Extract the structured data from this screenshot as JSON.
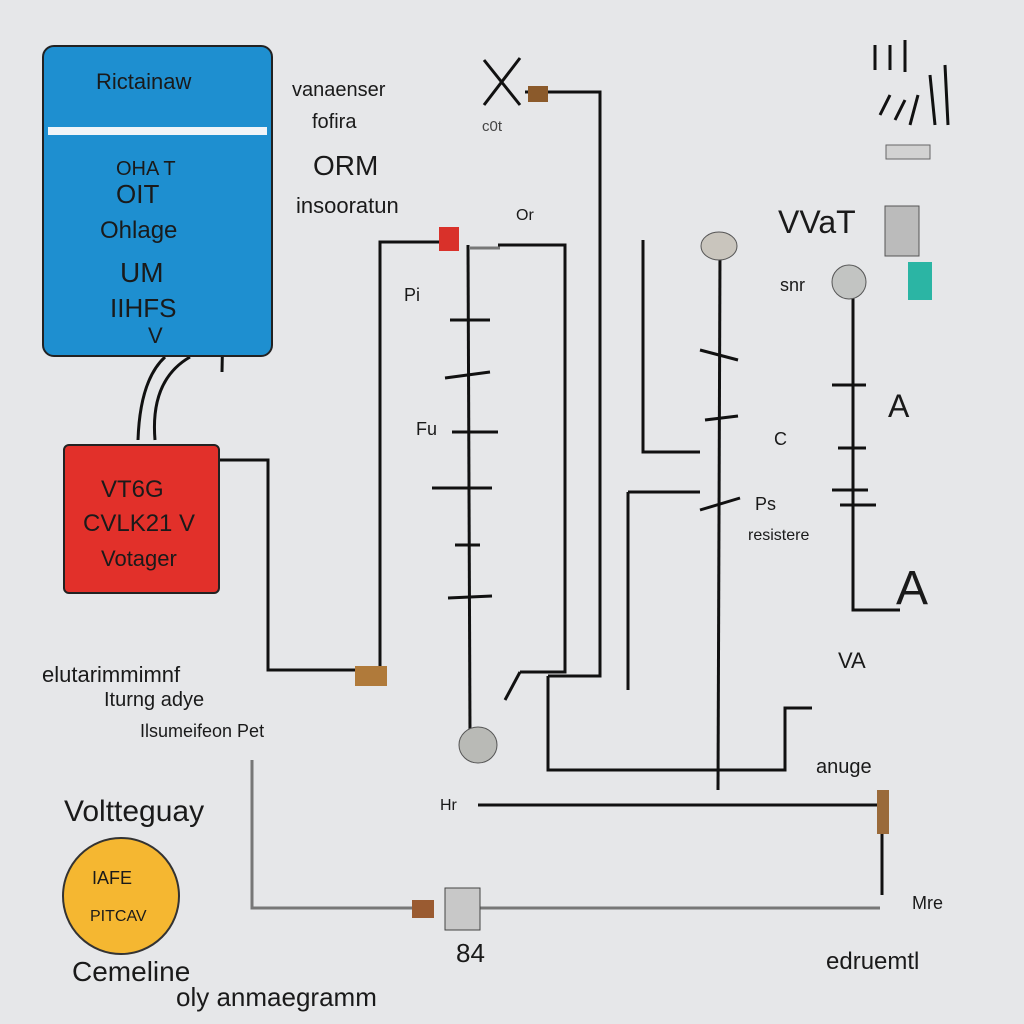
{
  "panels": {
    "blue": {
      "title": "Rictainaw",
      "lines": [
        "OHA T",
        "OIT",
        "Ohlage",
        "UM",
        "IIHFS",
        "V"
      ],
      "color": "#1e8fd0"
    },
    "red": {
      "lines": [
        "VT6G",
        "CVLK21 V",
        "Votager"
      ],
      "color": "#e2302a"
    },
    "yellow": {
      "lines": [
        "IAFE",
        "PITCAV"
      ],
      "color": "#f5b731"
    }
  },
  "labels": {
    "top_center_1": "vanaenser",
    "top_center_2": "fofira",
    "top_center_3": "ORM",
    "top_center_4": "insooratun",
    "top_mid_1": "c0t",
    "top_mid_2": "Or",
    "top_right_1": "VVaT",
    "top_right_2": "snr",
    "right_a": "A",
    "right_a2": "A",
    "right_va": "VA",
    "mid_fu": "Fu",
    "mid_pi": "Pi",
    "mid_ps": "Ps",
    "mid_registre": "resistere",
    "left_1": "elutarimmimnf",
    "left_2": "Iturng adye",
    "left_3": "Ilsumeifeon Pet",
    "left_voltage": "Voltteguay",
    "bottom_left_1": "Cemeline",
    "bottom_left_2": "oly anmaegramm",
    "bottom_84": "84",
    "bottom_right_1": "anuge",
    "bottom_right_2": "edruemtl",
    "bottom_right_3": "Mre",
    "hr": "Hr",
    "c_label": "C"
  }
}
